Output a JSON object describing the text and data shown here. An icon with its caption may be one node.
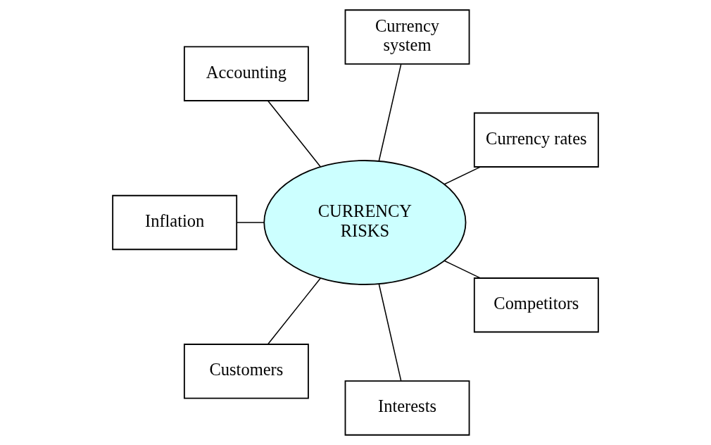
{
  "diagram": {
    "nodes": [
      {
        "text": [
          "Currency rates"
        ]
      },
      {
        "text": [
          "Currency system"
        ]
      },
      {
        "text": [
          "Accounting"
        ]
      },
      {
        "text": [
          "CURRENCY RISKS"
        ]
      },
      {
        "text": [
          "Inflation"
        ]
      },
      {
        "text": [
          "Customers"
        ]
      },
      {
        "text": [
          "Interests"
        ]
      },
      {
        "text": [
          "Competitors"
        ]
      }
    ],
    "edges": [
      {
        "from": 3,
        "to": 0,
        "arrow": "none"
      },
      {
        "from": 3,
        "to": 1,
        "arrow": "none"
      },
      {
        "from": 3,
        "to": 4,
        "arrow": "none"
      },
      {
        "from": 3,
        "to": 6,
        "arrow": "none"
      },
      {
        "from": 3,
        "to": 7,
        "arrow": "none"
      },
      {
        "from": 3,
        "to": 5,
        "arrow": "none"
      },
      {
        "from": 3,
        "to": 2,
        "arrow": "none"
      }
    ]
  }
}
